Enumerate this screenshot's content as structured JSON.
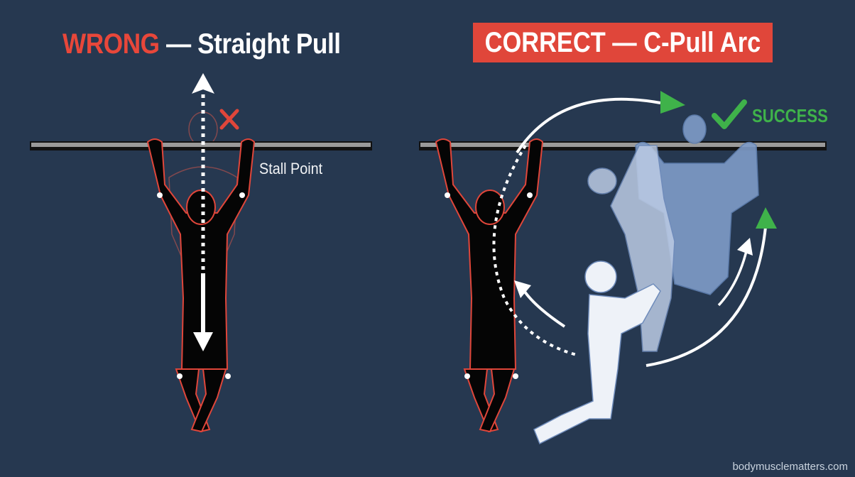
{
  "left_panel": {
    "title_wrong": "WRONG",
    "title_rest": " — Straight Pull",
    "label": "Stall Point",
    "marker": "x-mark-icon"
  },
  "right_panel": {
    "title": "CORRECT — C-Pull Arc",
    "label": "SUCCESS",
    "marker": "checkmark-icon"
  },
  "colors": {
    "background": "#263850",
    "wrong_red": "#e8473a",
    "correct_banner": "#e0463a",
    "success_green": "#3fb24a",
    "figure_outline": "#e0463a",
    "ghost_blue": "#7f9cc8"
  },
  "watermark": "bodymusclematters.com"
}
